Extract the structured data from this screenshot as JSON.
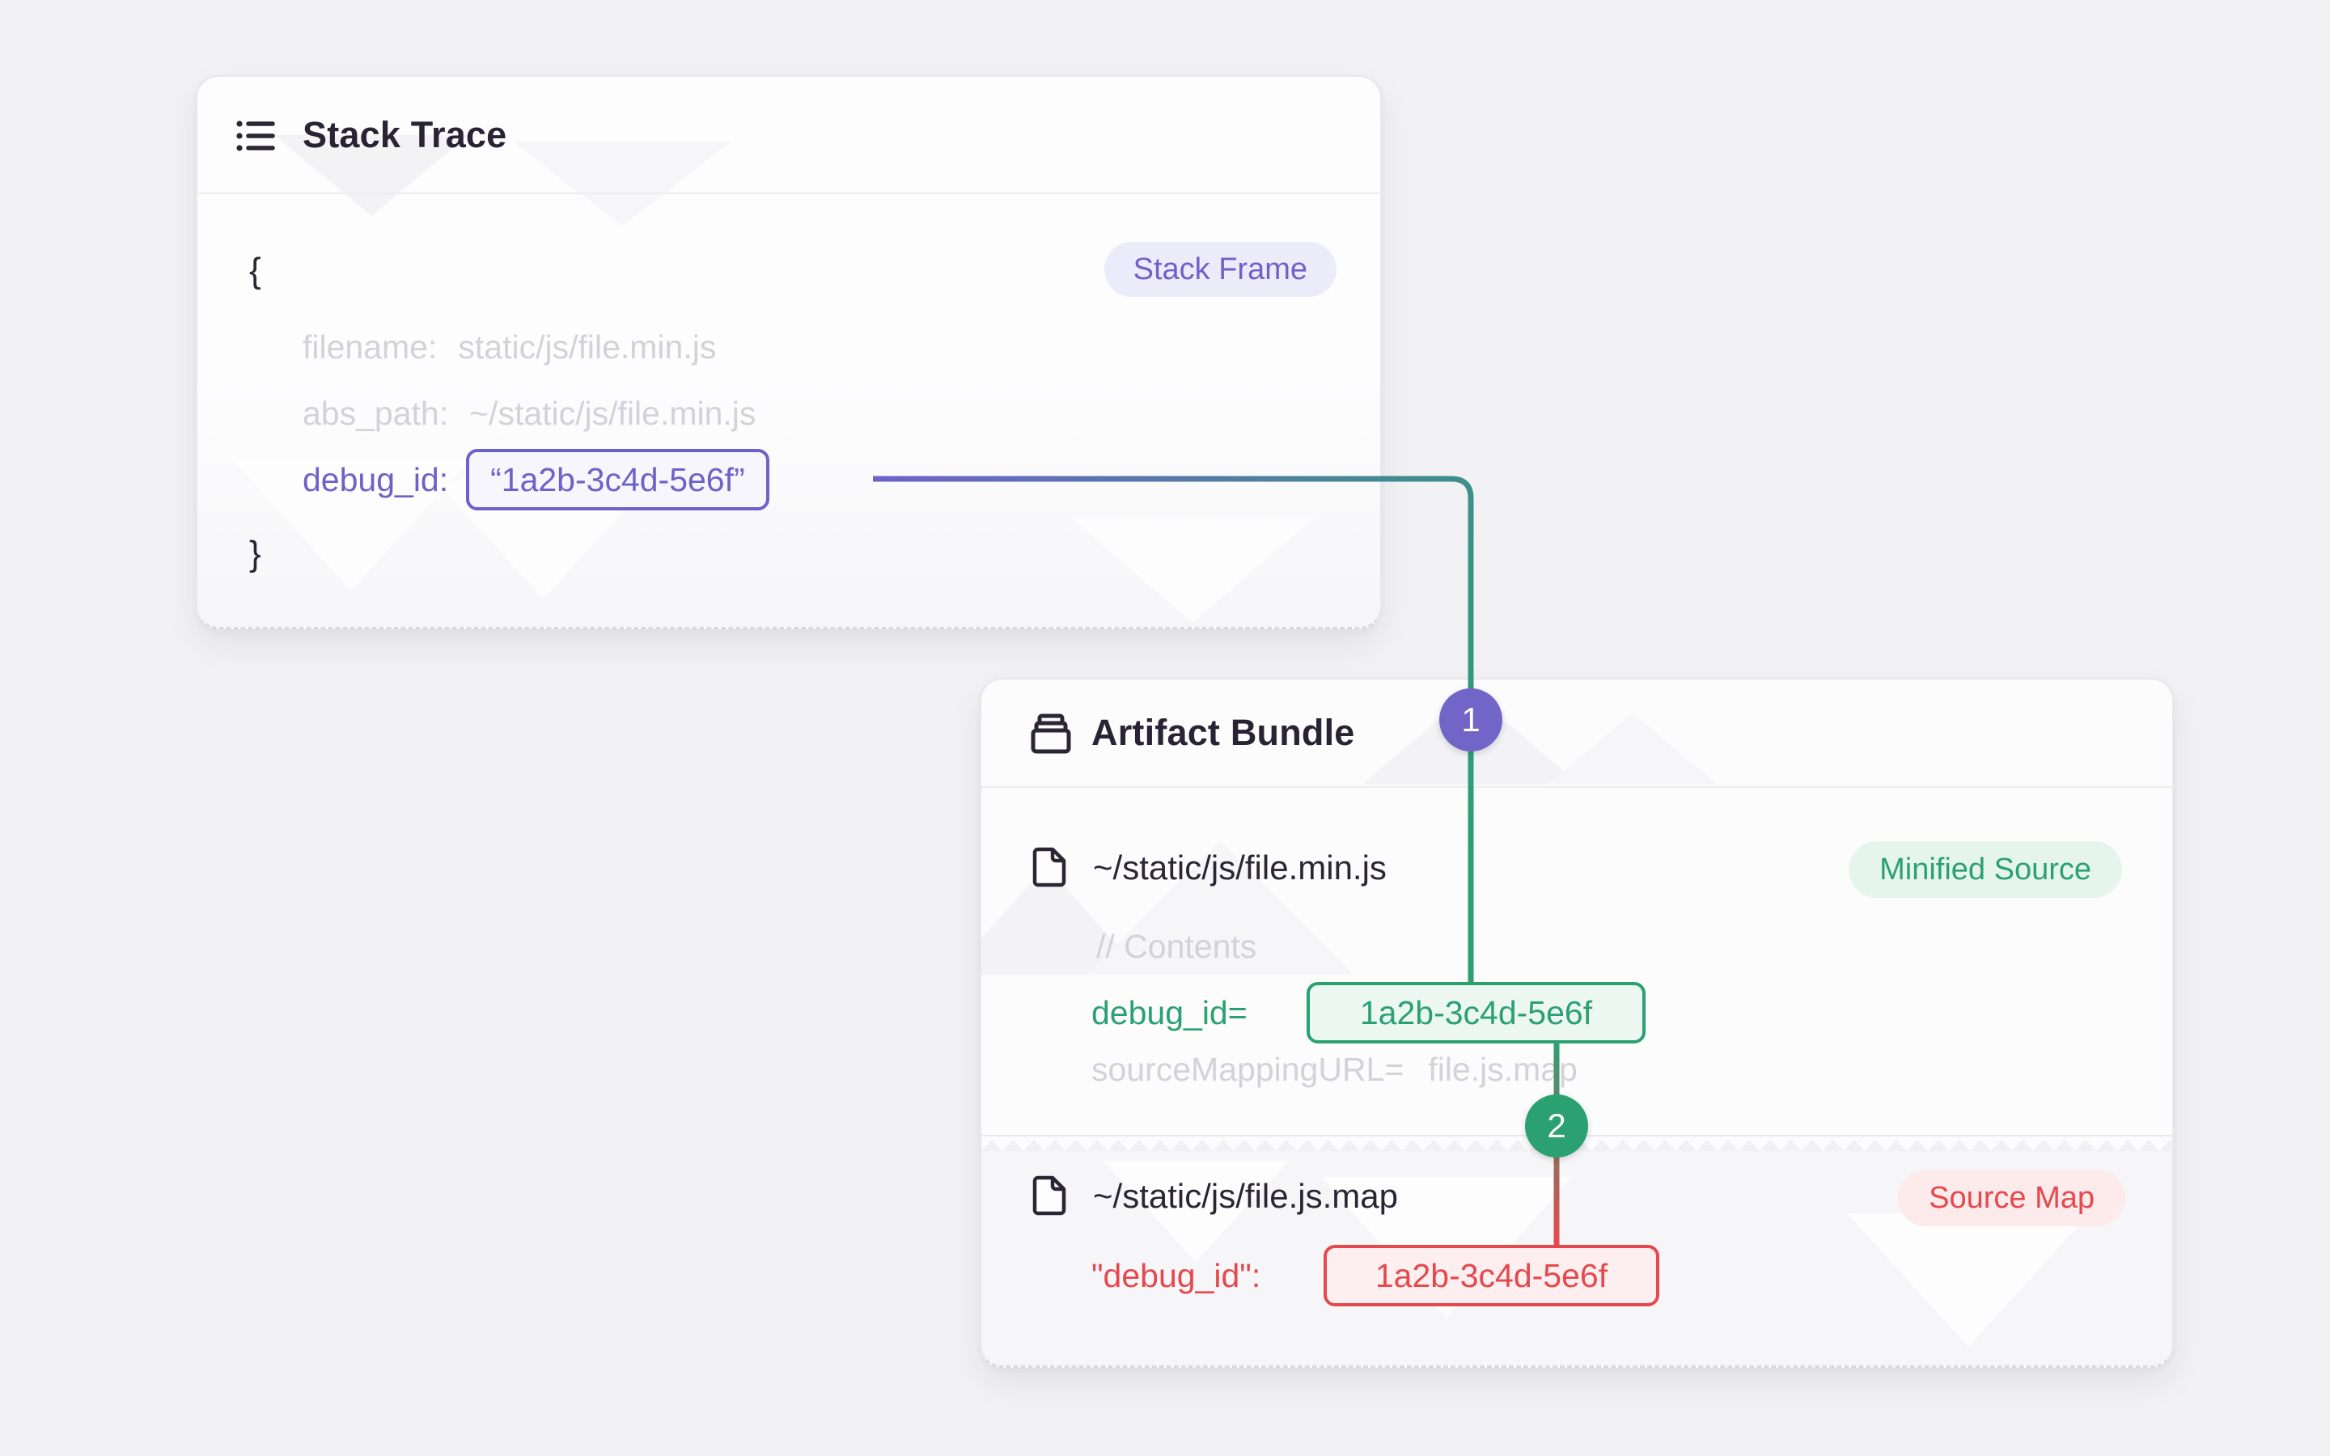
{
  "colors": {
    "accent_purple": "#6e62c8",
    "accent_green": "#2ba172",
    "accent_red": "#e5484d",
    "text_dark": "#2b2633",
    "text_muted": "#d3d2d9"
  },
  "stack_trace": {
    "title": "Stack Trace",
    "badge": "Stack Frame",
    "open_brace": "{",
    "close_brace": "}",
    "lines": [
      {
        "label": "filename:",
        "value": "static/js/file.min.js"
      },
      {
        "label": "abs_path:",
        "value": "~/static/js/file.min.js"
      }
    ],
    "debug_label": "debug_id:",
    "debug_value": "“1a2b-3c4d-5e6f”"
  },
  "artifact_bundle": {
    "title": "Artifact Bundle",
    "minified": {
      "path": "~/static/js/file.min.js",
      "badge": "Minified Source",
      "contents_comment": "// Contents",
      "debug_label": "debug_id=",
      "debug_value": "1a2b-3c4d-5e6f",
      "mapping_label": "sourceMappingURL=",
      "mapping_value": "file.js.map"
    },
    "sourcemap": {
      "path": "~/static/js/file.js.map",
      "badge": "Source Map",
      "debug_label": "\"debug_id\":",
      "debug_value": "1a2b-3c4d-5e6f"
    }
  },
  "connectors": {
    "step1": "1",
    "step2": "2"
  }
}
